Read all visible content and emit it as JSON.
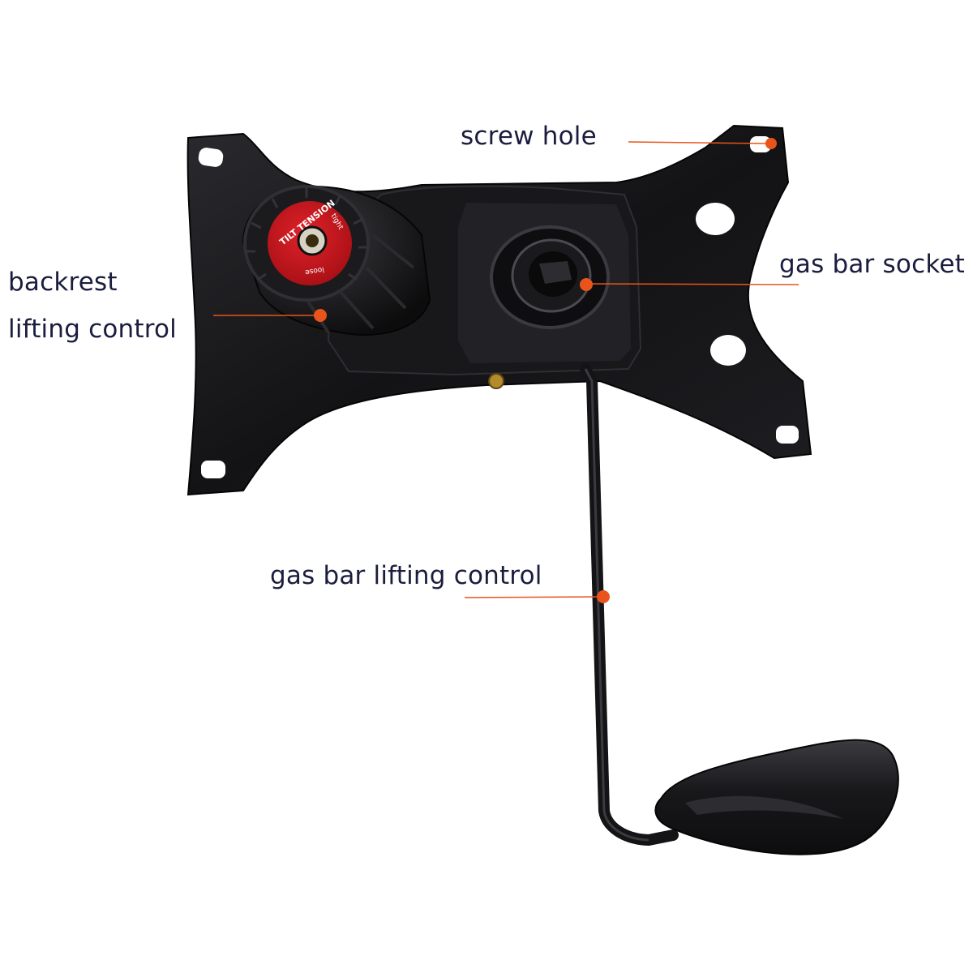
{
  "callouts": {
    "screw_hole": "screw hole",
    "gas_bar_socket": "gas bar socket",
    "backrest_line1": "backrest",
    "backrest_line2": "lifting control",
    "gas_bar_lifting": "gas bar lifting control"
  },
  "knob": {
    "top_text": "TILT TENSION",
    "tight_text": "tight",
    "loose_text": "loose"
  },
  "colors": {
    "callout_accent": "#e8541c",
    "label_text": "#1a1d3d",
    "metal": "#111113",
    "knob_badge": "#c8161d"
  }
}
